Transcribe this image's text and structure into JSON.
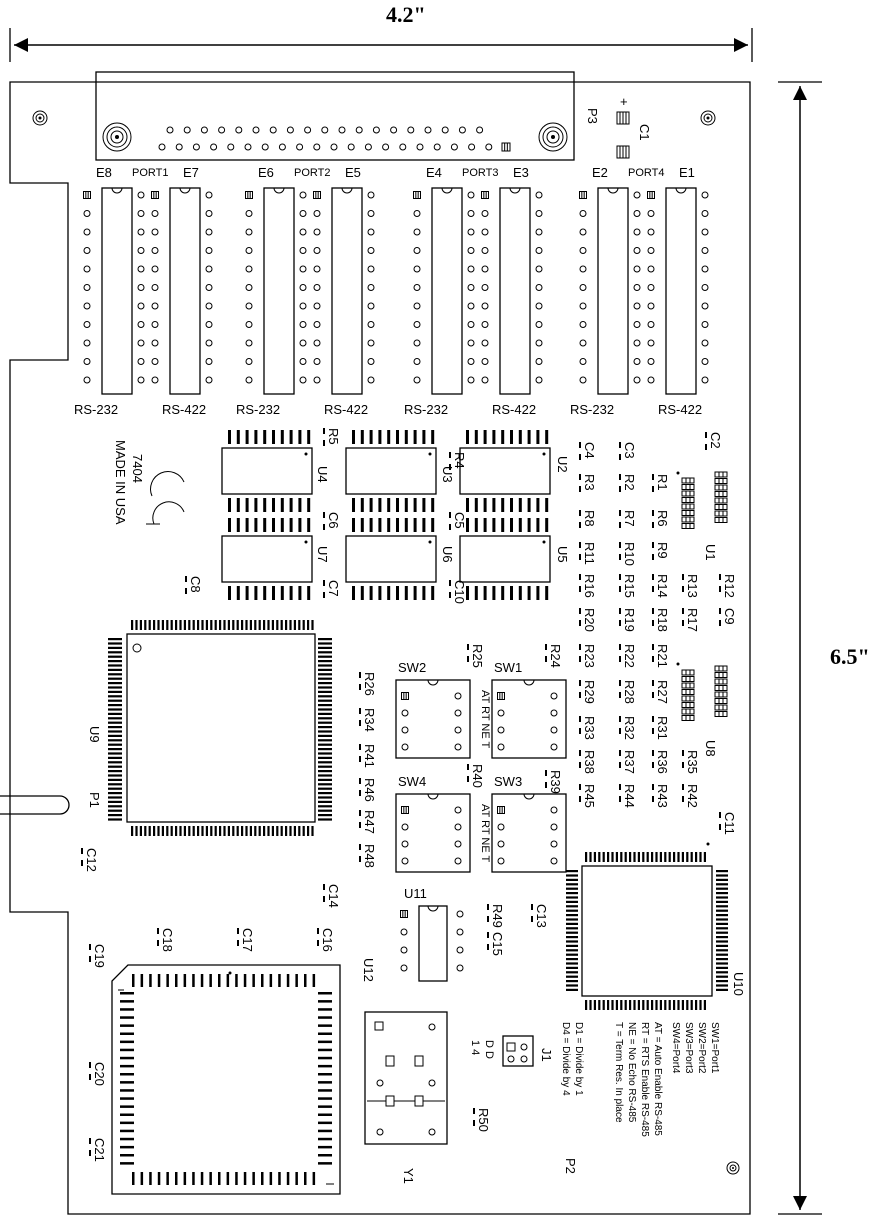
{
  "dimensions": {
    "width": "4.2\"",
    "height": "6.5\""
  },
  "connectors": {
    "p1": "P1",
    "p2": "P2",
    "p3": "P3",
    "j1": "J1"
  },
  "ports": [
    {
      "name": "PORT1",
      "left_jumper": "E8",
      "right_jumper": "E7",
      "rs232": "RS-232",
      "rs422": "RS-422"
    },
    {
      "name": "PORT2",
      "left_jumper": "E6",
      "right_jumper": "E5",
      "rs232": "RS-232",
      "rs422": "RS-422"
    },
    {
      "name": "PORT3",
      "left_jumper": "E4",
      "right_jumper": "E3",
      "rs232": "RS-232",
      "rs422": "RS-422"
    },
    {
      "name": "PORT4",
      "left_jumper": "E2",
      "right_jumper": "E1",
      "rs232": "RS-232",
      "rs422": "RS-422"
    }
  ],
  "chips": {
    "u1": "U1",
    "u2": "U2",
    "u3": "U3",
    "u4": "U4",
    "u5": "U5",
    "u6": "U6",
    "u7": "U7",
    "u8": "U8",
    "u9": "U9",
    "u10": "U10",
    "u11": "U11",
    "u12": "U12",
    "y1": "Y1"
  },
  "switches": {
    "sw1": "SW1",
    "sw2": "SW2",
    "sw3": "SW3",
    "sw4": "SW4",
    "options": [
      "AT",
      "RT",
      "NE",
      "T"
    ]
  },
  "capacitors": [
    "C1",
    "C2",
    "C3",
    "C4",
    "C5",
    "C6",
    "C7",
    "C8",
    "C9",
    "C10",
    "C11",
    "C12",
    "C13",
    "C14",
    "C15",
    "C16",
    "C17",
    "C18",
    "C19",
    "C20",
    "C21"
  ],
  "resistors": [
    "R1",
    "R2",
    "R3",
    "R4",
    "R5",
    "R6",
    "R7",
    "R8",
    "R9",
    "R10",
    "R11",
    "R12",
    "R13",
    "R14",
    "R15",
    "R16",
    "R17",
    "R18",
    "R19",
    "R20",
    "R21",
    "R22",
    "R23",
    "R24",
    "R25",
    "R26",
    "R27",
    "R28",
    "R29",
    "R31",
    "R32",
    "R33",
    "R34",
    "R35",
    "R36",
    "R37",
    "R38",
    "R39",
    "R40",
    "R41",
    "R42",
    "R43",
    "R44",
    "R45",
    "R46",
    "R47",
    "R48",
    "R49",
    "R50"
  ],
  "maker": {
    "model": "7404",
    "origin": "MADE IN USA"
  },
  "legend_switch": {
    "lines": [
      "SW1=Port1",
      "SW2=Port2",
      "SW3=Port3",
      "SW4=Port4"
    ]
  },
  "legend_options": {
    "lines": [
      "AT = Auto Enable RS-485",
      "RT = RTS Enable RS-485",
      "NE = No Echo RS-485",
      "T  =  Term Res. In place"
    ]
  },
  "legend_divide": {
    "lines": [
      "D1 = Divide by 1",
      "D4 = Divide by 4"
    ]
  },
  "jumper_j1": {
    "d_label": "D D",
    "num_label": "1 4"
  },
  "c1_polarity": "+"
}
